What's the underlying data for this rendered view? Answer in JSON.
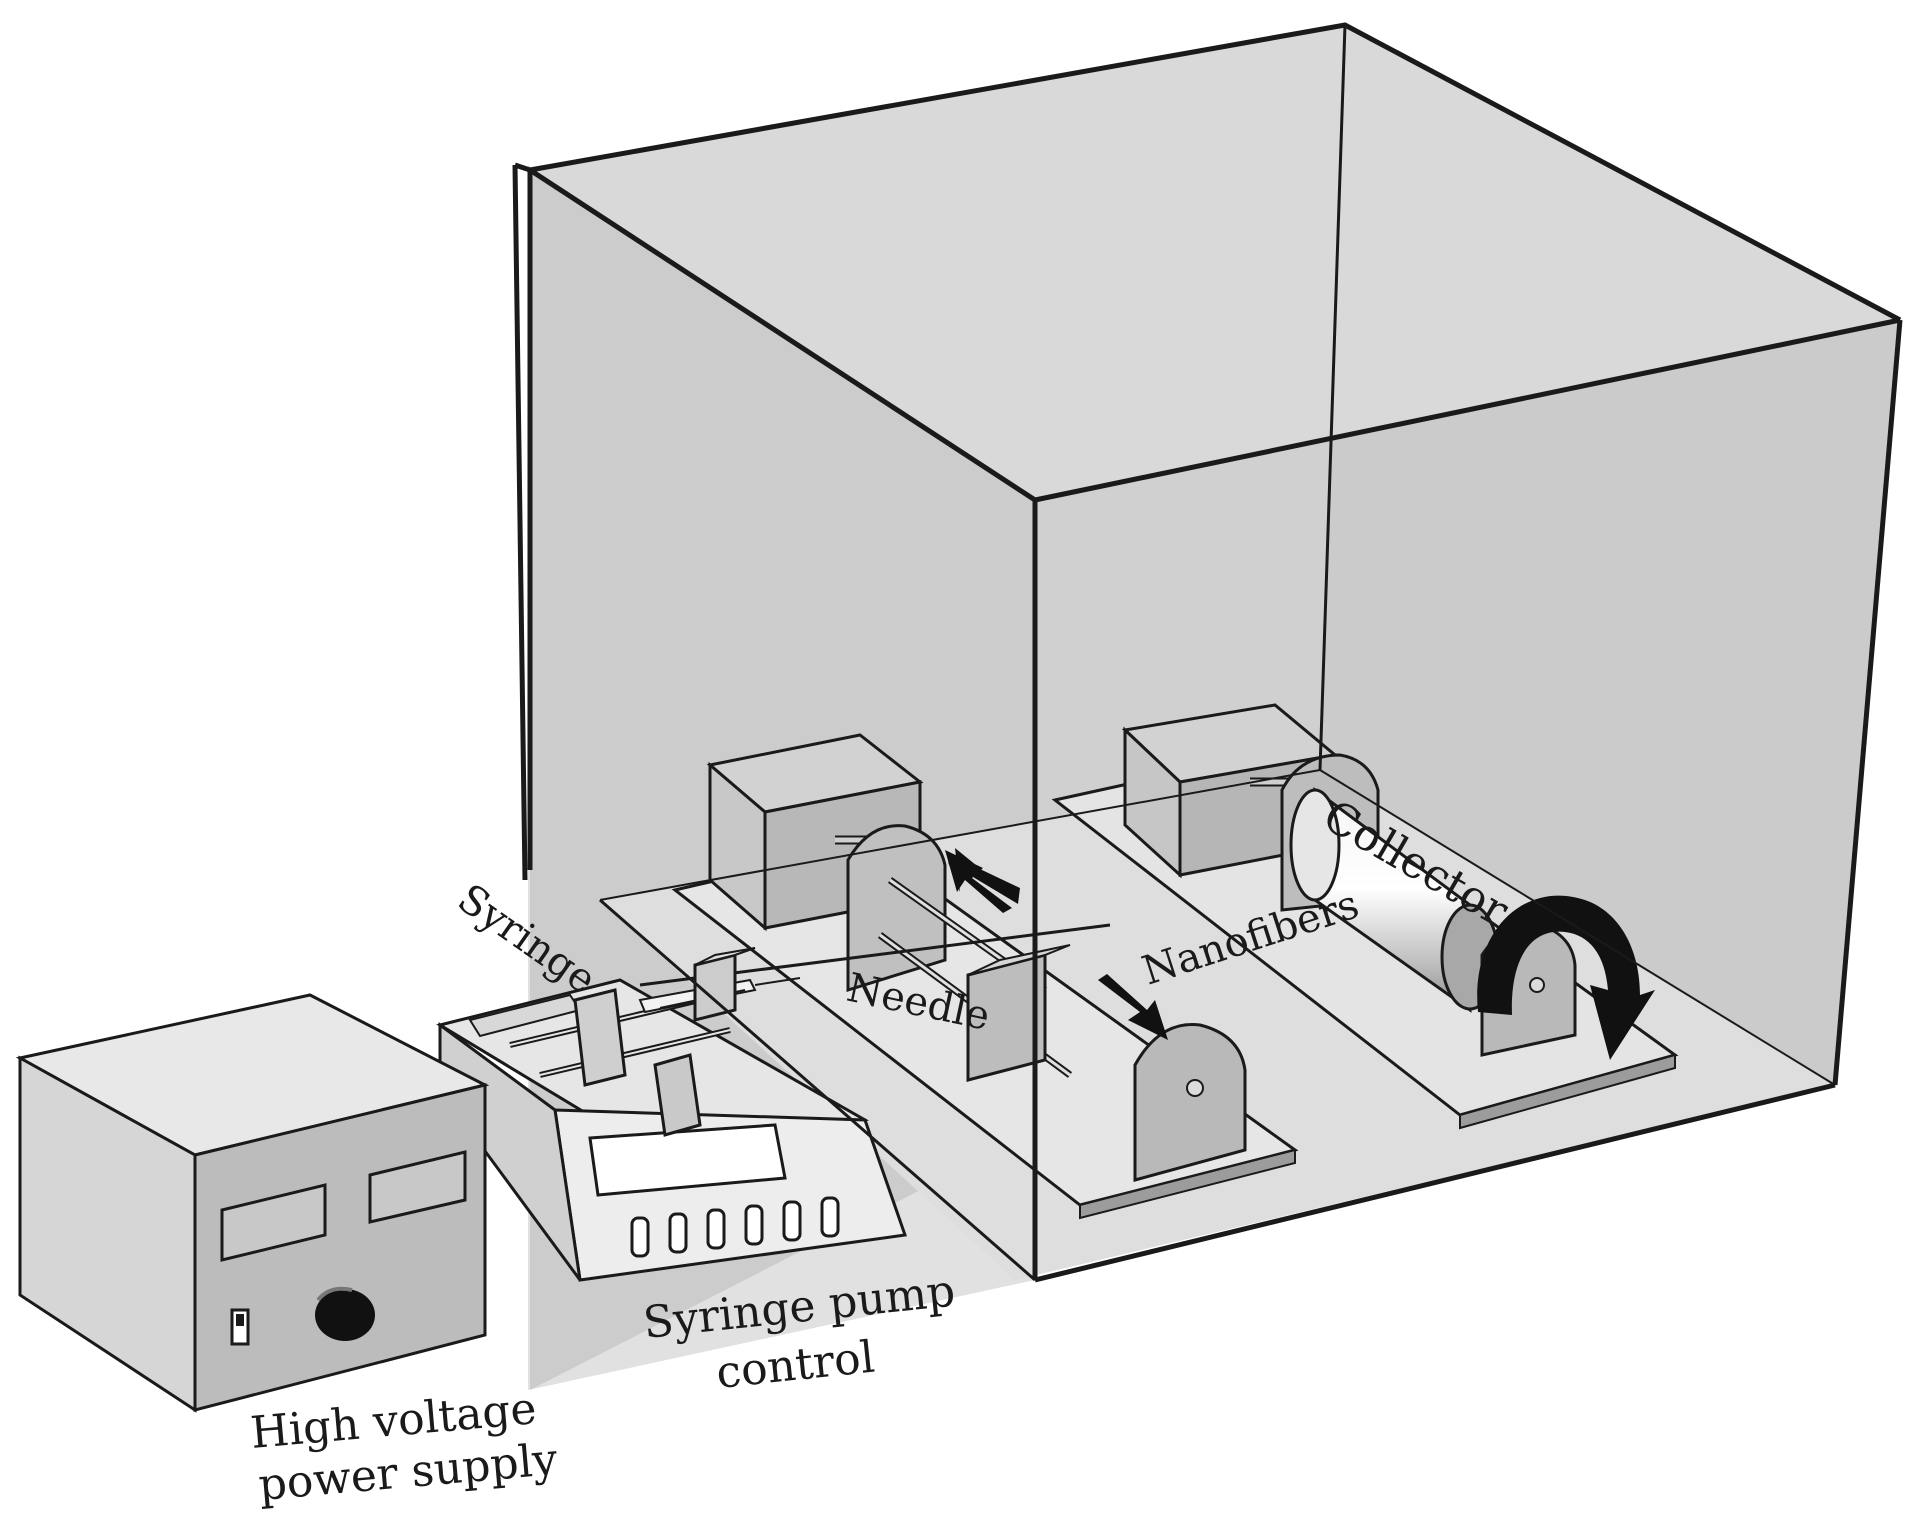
{
  "labels": {
    "syringe": "Syringe",
    "needle": "Needle",
    "nanofibers": "Nanofibers",
    "collector": "Collector",
    "pump_line1": "Syringe pump",
    "pump_line2": "control",
    "hv_line1": "High voltage",
    "hv_line2": "power supply"
  },
  "colors": {
    "enclosure_back": "#d2d2d2",
    "enclosure_side": "#c4c4c4",
    "enclosure_floor": "#dcdcdc",
    "device_light": "#e8e8e8",
    "device_mid": "#bdbdbd",
    "device_dark": "#9e9e9e",
    "line": "#1a1a1a",
    "arrow": "#111111"
  },
  "icons": {
    "motion_arrows": "arrow-icon",
    "rotation": "rotation-arrow-icon",
    "knob": "knob-icon",
    "switch": "switch-icon"
  }
}
